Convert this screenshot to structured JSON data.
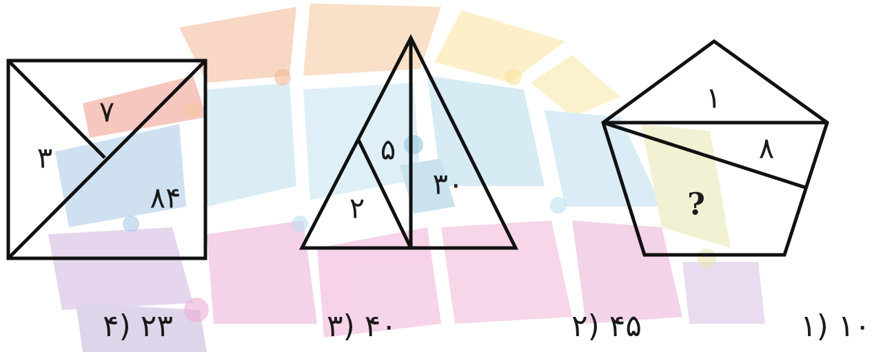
{
  "square_figure": {
    "top_label": "۷",
    "left_label": "۳",
    "right_label": "۸۴"
  },
  "triangle_figure": {
    "upper_small_label": "۵",
    "lower_small_label": "۲",
    "right_label": "۳۰"
  },
  "pentagon_figure": {
    "top_label": "۱",
    "middle_label": "۸",
    "unknown_label": "?"
  },
  "options": {
    "option_1": "۱۰ (۱",
    "option_2": "۴۵ (۲",
    "option_3": "۴۰ (۳",
    "option_4": "۲۳ (۴"
  },
  "colors": {
    "watermark_orange": "#f6c9a8",
    "watermark_yellow": "#fbe7a6",
    "watermark_blue": "#bcdff0",
    "watermark_pink": "#f1b6d8",
    "watermark_purple": "#d7c0e6",
    "line": "#111111"
  }
}
